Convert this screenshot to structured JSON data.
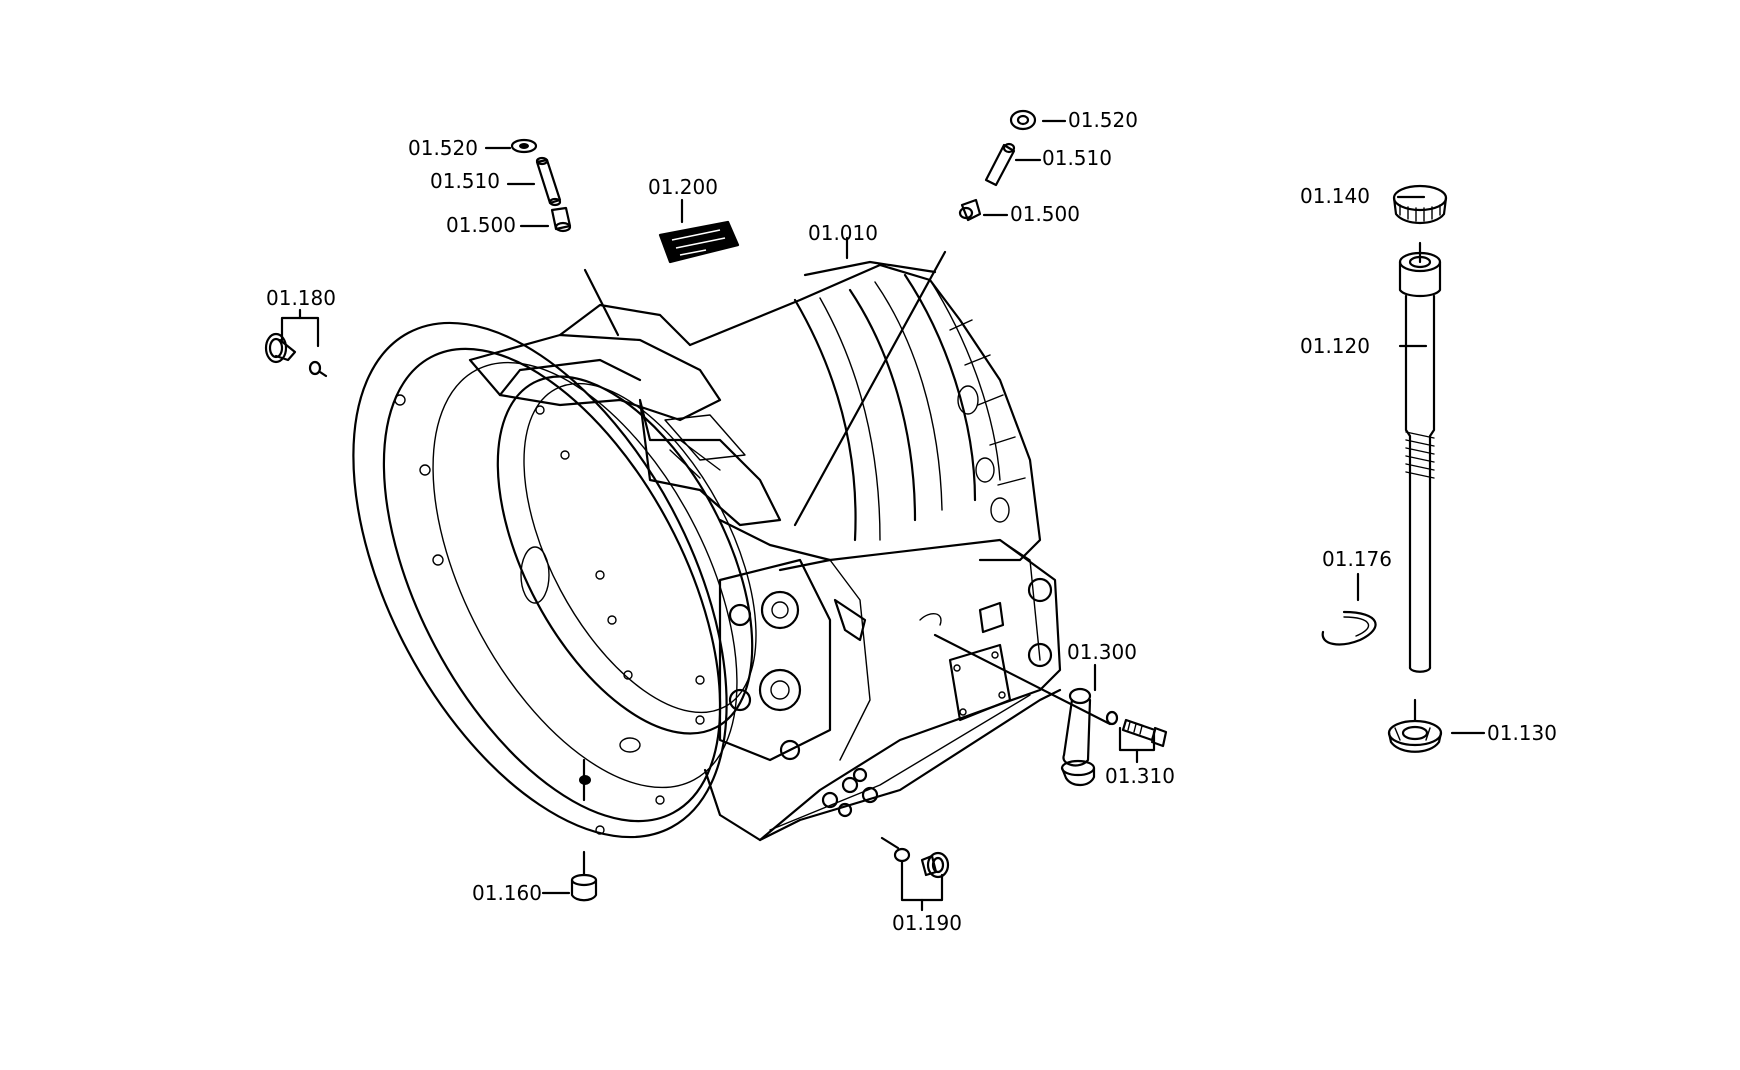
{
  "diagram": {
    "labels": {
      "lbl_01_520_left": "01.520",
      "lbl_01_510_left": "01.510",
      "lbl_01_500_left": "01.500",
      "lbl_01_200": "01.200",
      "lbl_01_010": "01.010",
      "lbl_01_520_right": "01.520",
      "lbl_01_510_right": "01.510",
      "lbl_01_500_right": "01.500",
      "lbl_01_180": "01.180",
      "lbl_01_140": "01.140",
      "lbl_01_120": "01.120",
      "lbl_01_176": "01.176",
      "lbl_01_300": "01.300",
      "lbl_01_310": "01.310",
      "lbl_01_130": "01.130",
      "lbl_01_160": "01.160",
      "lbl_01_190": "01.190"
    }
  }
}
